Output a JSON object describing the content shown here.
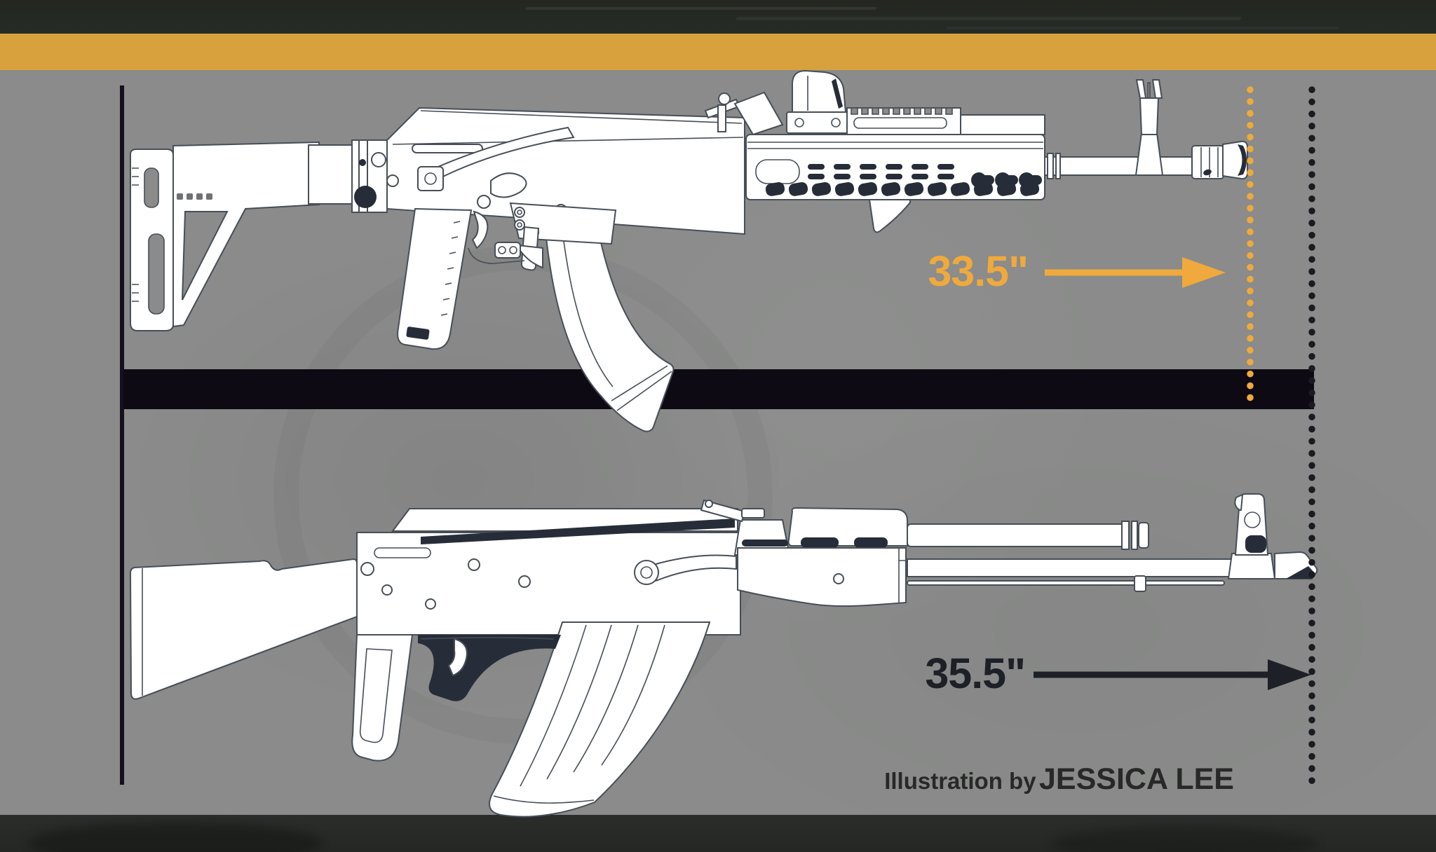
{
  "figure": {
    "credit_prefix": "Illustration by",
    "credit_name": "JESSICA LEE",
    "header_bar_color": "#d9a13d",
    "panel_color": "#8a8b8a",
    "divider_color": "#0d0a13",
    "background_color": "#262a26",
    "left_rule_color": "#160f1d"
  },
  "measurements": {
    "top": {
      "value": "33.5\"",
      "color": "#efa93c",
      "line": "dotted-yellow"
    },
    "bottom": {
      "value": "35.5\"",
      "color": "#1d2027",
      "line": "dotted-black"
    }
  },
  "rifles": {
    "top": {
      "name": "modernized-ak-carbine"
    },
    "bottom": {
      "name": "classic-akm-rifle"
    }
  }
}
